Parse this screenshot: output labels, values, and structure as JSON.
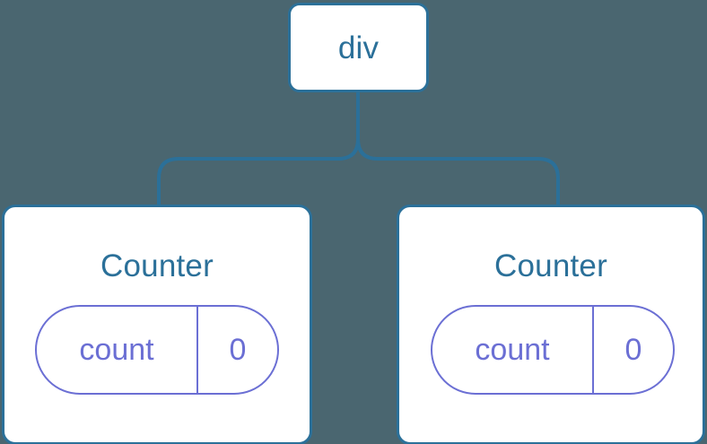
{
  "diagram": {
    "type": "component-tree",
    "background_color": "#4a6670",
    "node_border_color": "#2b7099",
    "node_fill_color": "#ffffff",
    "node_text_color": "#2b7099",
    "state_accent_color": "#6b6fd4",
    "connector_color": "#2b7099",
    "root": {
      "label": "div"
    },
    "children": [
      {
        "label": "Counter",
        "state": {
          "key": "count",
          "value": "0"
        }
      },
      {
        "label": "Counter",
        "state": {
          "key": "count",
          "value": "0"
        }
      }
    ]
  }
}
